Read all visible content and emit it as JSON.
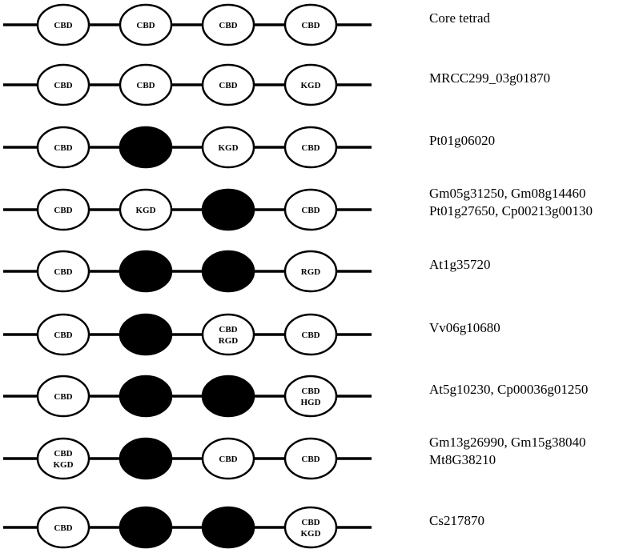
{
  "rows": [
    {
      "domains": [
        [
          "CBD"
        ],
        [
          "CBD"
        ],
        [
          "CBD"
        ],
        [
          "CBD"
        ]
      ],
      "labels": [
        "Core tetrad"
      ]
    },
    {
      "domains": [
        [
          "CBD"
        ],
        [
          "CBD"
        ],
        [
          "CBD"
        ],
        [
          "KGD"
        ]
      ],
      "labels": [
        "MRCC299_03g01870"
      ]
    },
    {
      "domains": [
        [
          "CBD"
        ],
        [],
        [
          "KGD"
        ],
        [
          "CBD"
        ]
      ],
      "labels": [
        "Pt01g06020"
      ]
    },
    {
      "domains": [
        [
          "CBD"
        ],
        [
          "KGD"
        ],
        [],
        [
          "CBD"
        ]
      ],
      "labels": [
        "Gm05g31250, Gm08g14460",
        "Pt01g27650, Cp00213g00130"
      ]
    },
    {
      "domains": [
        [
          "CBD"
        ],
        [],
        [],
        [
          "RGD"
        ]
      ],
      "labels": [
        "At1g35720"
      ]
    },
    {
      "domains": [
        [
          "CBD"
        ],
        [],
        [
          "CBD",
          "RGD"
        ],
        [
          "CBD"
        ]
      ],
      "labels": [
        "Vv06g10680"
      ]
    },
    {
      "domains": [
        [
          "CBD"
        ],
        [],
        [],
        [
          "CBD",
          "HGD"
        ]
      ],
      "labels": [
        "At5g10230, Cp00036g01250"
      ]
    },
    {
      "domains": [
        [
          "CBD",
          "KGD"
        ],
        [],
        [
          "CBD"
        ],
        [
          "CBD"
        ]
      ],
      "labels": [
        "Gm13g26990, Gm15g38040",
        "Mt8G38210"
      ]
    },
    {
      "domains": [
        [
          "CBD"
        ],
        [],
        [],
        [
          "CBD",
          "KGD"
        ]
      ],
      "labels": [
        "Cs217870"
      ]
    }
  ]
}
